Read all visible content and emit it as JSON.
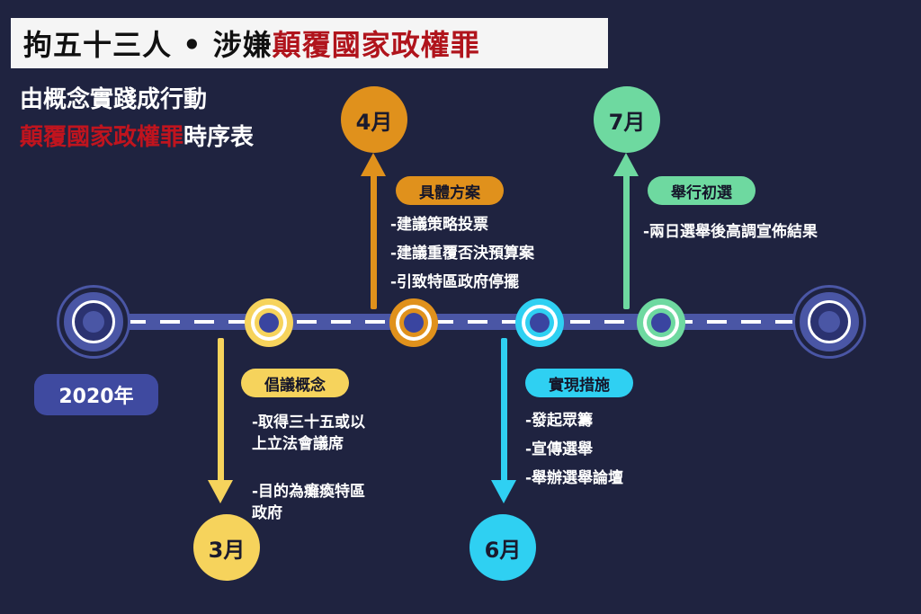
{
  "header": {
    "title_prefix": "拘五十三人 • 涉嫌",
    "title_highlight": "顛覆國家政權罪"
  },
  "subtitle": {
    "line1": "由概念實踐成行動",
    "line2_highlight": "顛覆國家政權罪",
    "line2_rest": "時序表"
  },
  "year_label": "2020年",
  "colors": {
    "background": "#1f2340",
    "track": "#4a56a5",
    "march": "#f6d35c",
    "april": "#e0911c",
    "june": "#2fd0f2",
    "july": "#6ed9a0",
    "highlight_red": "#b0141c"
  },
  "phases": [
    {
      "month": "3月",
      "label": "倡議概念",
      "items": [
        "-取得三十五或以",
        "上立法會議席",
        "-目的為癱瘓特區",
        "政府"
      ]
    },
    {
      "month": "4月",
      "label": "具體方案",
      "items": [
        "-建議策略投票",
        "-建議重覆否決預算案",
        "-引致特區政府停擺"
      ]
    },
    {
      "month": "6月",
      "label": "實現措施",
      "items": [
        "-發起眾籌",
        "-宣傳選舉",
        "-舉辦選舉論壇"
      ]
    },
    {
      "month": "7月",
      "label": "舉行初選",
      "items": [
        "-兩日選舉後高調宣佈結果"
      ]
    }
  ]
}
